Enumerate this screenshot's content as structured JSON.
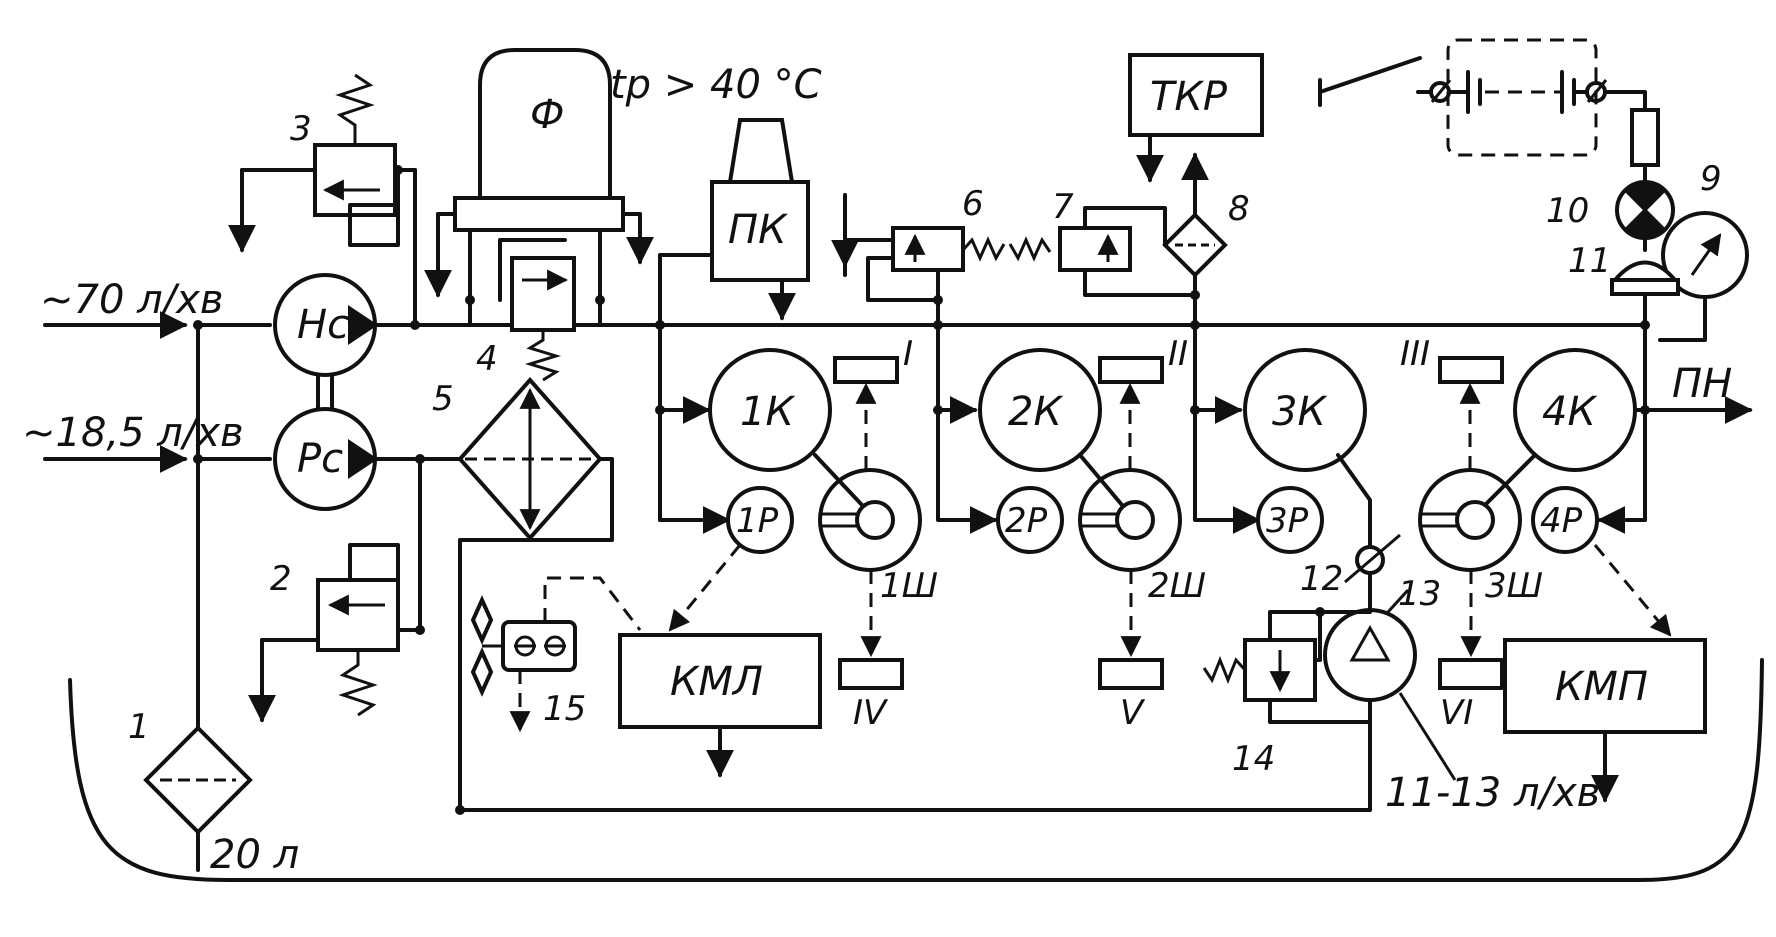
{
  "flows": {
    "main_pump_flow": "~70 л/хв",
    "control_pump_flow": "~18,5 л/хв",
    "tank_volume": "20 л",
    "lube_pump_flow": "11-13 л/хв",
    "temperature": "tр > 40 °C"
  },
  "pumps": {
    "main": "Hс",
    "control": "Pс"
  },
  "blocks": {
    "filter_tank": "Ф",
    "pk": "ПК",
    "tkr": "ТКР",
    "kml": "КМЛ",
    "kmp": "КМП",
    "pn": "ПН"
  },
  "clutches": [
    "1К",
    "2К",
    "3К",
    "4К"
  ],
  "regulators": [
    "1Р",
    "2Р",
    "3Р",
    "4Р"
  ],
  "gears": [
    "1Ш",
    "2Ш",
    "3Ш"
  ],
  "roman_labels": [
    "I",
    "II",
    "III",
    "IV",
    "V",
    "VI"
  ],
  "numbers": [
    "1",
    "2",
    "3",
    "4",
    "5",
    "6",
    "7",
    "8",
    "9",
    "10",
    "11",
    "12",
    "13",
    "14",
    "15"
  ]
}
